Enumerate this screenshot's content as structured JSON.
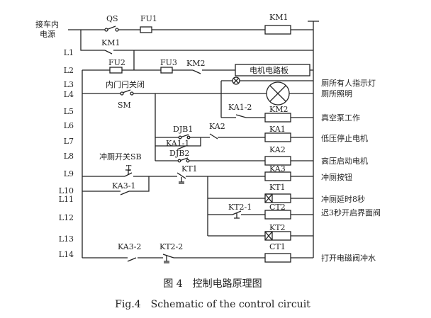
{
  "power_source": {
    "line1": "接车内",
    "line2": "电源"
  },
  "components": {
    "qs": "QS",
    "fu1": "FU1",
    "km1_coil": "KM1",
    "km1_contact": "KM1",
    "fu2": "FU2",
    "fu3": "FU3",
    "km2_contact": "KM2",
    "motor_board": "电机电路板",
    "door_label": "内门闩关闭",
    "sm": "SM",
    "ka1_2": "KA1-2",
    "km2_coil": "KM2",
    "djb1": "DJB1",
    "ka2_contact": "KA2",
    "ka1_1": "KA1-1",
    "ka1_coil": "KA1",
    "djb2": "DJB2",
    "ka2_coil": "KA2",
    "sb_label": "冲厕开关SB",
    "sb_t": "T",
    "kt1_contact": "KT1",
    "ka3_coil": "KA3",
    "ka3_1": "KA3-1",
    "kt1_coil": "KT1",
    "kt2_1": "KT2-1",
    "ct2_coil": "CT2",
    "kt2_coil": "KT2",
    "ct1_coil": "CT1",
    "ka3_2": "KA3-2",
    "kt2_2": "KT2-2"
  },
  "line_labels": [
    "L1",
    "L2",
    "L3",
    "L4",
    "L5",
    "L6",
    "L7",
    "L8",
    "L9",
    "L10",
    "L11",
    "L12",
    "L13",
    "L14"
  ],
  "function_labels": [
    "厕所有人指示灯",
    "厕所照明",
    "真空泵工作",
    "低压停止电机",
    "高压启动电机",
    "冲厕按钮",
    "冲厕延时8秒",
    "迟3秒开启界面阀",
    "打开电磁阀冲水"
  ],
  "caption": {
    "cn": "图 4　控制电路原理图",
    "en": "Fig.4　Schematic of the control circuit"
  }
}
